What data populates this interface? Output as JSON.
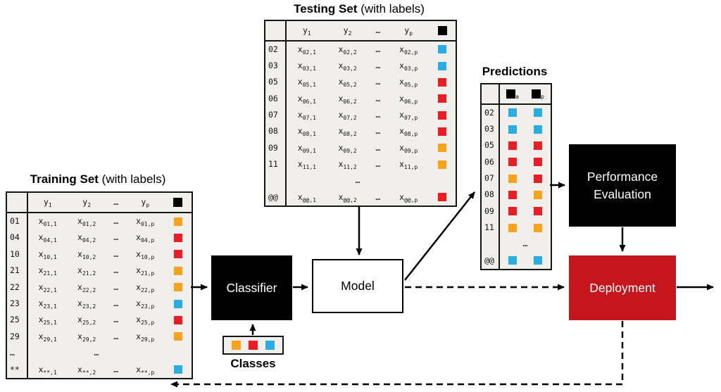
{
  "colors": {
    "yellow": "#F7A31C",
    "red": "#EC1C24",
    "blue": "#2BACE2",
    "black": "#000000",
    "deployment_red": "#C5161D"
  },
  "titles": {
    "training_bold": "Training Set",
    "training_rest": " (with labels)",
    "testing_bold": "Testing Set",
    "testing_rest": " (with labels)",
    "predictions": "Predictions",
    "classes": "Classes"
  },
  "boxes": {
    "classifier": "Classifier",
    "model": "Model",
    "performance": "Performance Evaluation",
    "deployment": "Deployment"
  },
  "classes_strip": [
    "yellow",
    "red",
    "blue"
  ],
  "training_table": {
    "header_cols": [
      "y_1",
      "y_2",
      "…",
      "y_p"
    ],
    "rows": [
      {
        "id": "01",
        "cells": [
          "x_01,1",
          "x_01,2",
          "…",
          "x_01,p"
        ],
        "label": "yellow"
      },
      {
        "id": "04",
        "cells": [
          "x_04,1",
          "x_04,2",
          "…",
          "x_04,p"
        ],
        "label": "red"
      },
      {
        "id": "10",
        "cells": [
          "x_10,1",
          "x_10,2",
          "…",
          "x_10,p"
        ],
        "label": "red"
      },
      {
        "id": "21",
        "cells": [
          "x_21,1",
          "x_21,2",
          "…",
          "x_21,p"
        ],
        "label": "yellow"
      },
      {
        "id": "22",
        "cells": [
          "x_22,1",
          "x_22,2",
          "…",
          "x_22,p"
        ],
        "label": "yellow"
      },
      {
        "id": "23",
        "cells": [
          "x_23,1",
          "x_23,2",
          "…",
          "x_23,p"
        ],
        "label": "blue"
      },
      {
        "id": "25",
        "cells": [
          "x_25,1",
          "x_25,2",
          "…",
          "x_25,p"
        ],
        "label": "red"
      },
      {
        "id": "29",
        "cells": [
          "x_29,1",
          "x_29,2",
          "…",
          "x_29,p"
        ],
        "label": "yellow"
      },
      {
        "id": "…",
        "ellipsis": true
      },
      {
        "id": "**",
        "cells": [
          "x_**,1",
          "x_**,2",
          "…",
          "x_**,p"
        ],
        "label": "blue"
      }
    ]
  },
  "testing_table": {
    "header_cols": [
      "y_1",
      "y_2",
      "…",
      "y_p"
    ],
    "rows": [
      {
        "id": "02",
        "cells": [
          "x_02,1",
          "x_02,2",
          "…",
          "x_02,p"
        ],
        "label": "blue"
      },
      {
        "id": "03",
        "cells": [
          "x_03,1",
          "x_03,2",
          "…",
          "x_03,p"
        ],
        "label": "blue"
      },
      {
        "id": "05",
        "cells": [
          "x_05,1",
          "x_05,2",
          "…",
          "x_05,p"
        ],
        "label": "red"
      },
      {
        "id": "06",
        "cells": [
          "x_06,1",
          "x_06,2",
          "…",
          "x_06,p"
        ],
        "label": "red"
      },
      {
        "id": "07",
        "cells": [
          "x_07,1",
          "x_07,2",
          "…",
          "x_07,p"
        ],
        "label": "red"
      },
      {
        "id": "08",
        "cells": [
          "x_08,1",
          "x_08,2",
          "…",
          "x_08,p"
        ],
        "label": "red"
      },
      {
        "id": "09",
        "cells": [
          "x_09,1",
          "x_09,2",
          "…",
          "x_09,p"
        ],
        "label": "yellow"
      },
      {
        "id": "11",
        "cells": [
          "x_11,1",
          "x_11,2",
          "…",
          "x_11,p"
        ],
        "label": "yellow"
      },
      {
        "id": "",
        "ellipsis": true
      },
      {
        "id": "@@",
        "cells": [
          "x_@@,1",
          "x_@@,2",
          "…",
          "x_@@,p"
        ],
        "label": "red"
      }
    ]
  },
  "predictions_table": {
    "header_subs": [
      "a",
      "p"
    ],
    "rows": [
      {
        "id": "02",
        "actual": "blue",
        "predicted": "blue"
      },
      {
        "id": "03",
        "actual": "blue",
        "predicted": "blue"
      },
      {
        "id": "05",
        "actual": "red",
        "predicted": "red"
      },
      {
        "id": "06",
        "actual": "red",
        "predicted": "red"
      },
      {
        "id": "07",
        "actual": "yellow",
        "predicted": "red"
      },
      {
        "id": "08",
        "actual": "red",
        "predicted": "yellow"
      },
      {
        "id": "09",
        "actual": "red",
        "predicted": "red"
      },
      {
        "id": "11",
        "actual": "yellow",
        "predicted": "yellow"
      },
      {
        "id": "",
        "ellipsis": true
      },
      {
        "id": "@@",
        "actual": "blue",
        "predicted": "blue"
      }
    ]
  }
}
